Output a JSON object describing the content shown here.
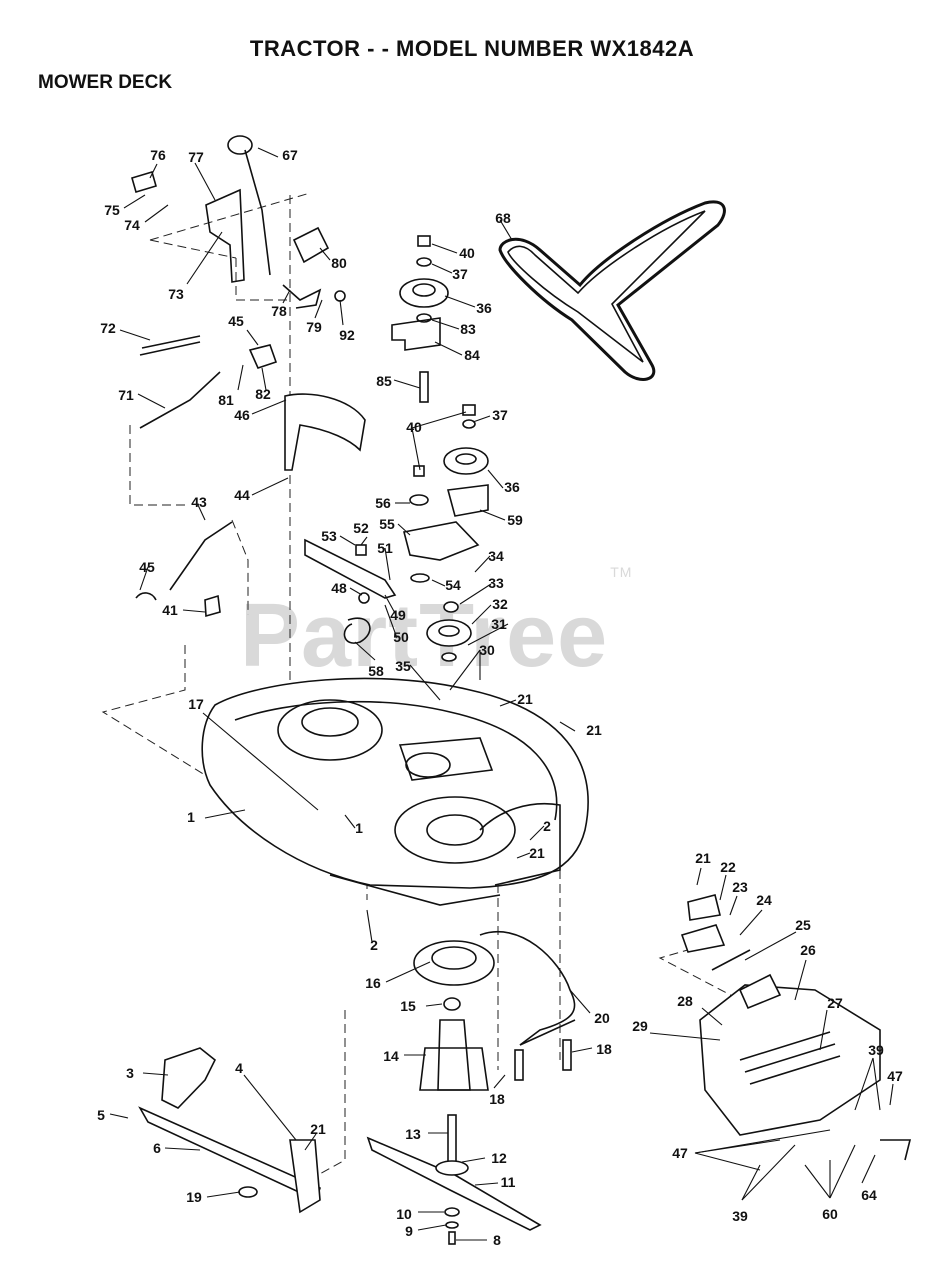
{
  "header": {
    "title": "TRACTOR - - MODEL NUMBER WX1842A",
    "section": "MOWER DECK"
  },
  "watermark": {
    "text": "PartTree",
    "trademark": "TM"
  },
  "callouts": [
    {
      "id": "76"
    },
    {
      "id": "77"
    },
    {
      "id": "67"
    },
    {
      "id": "75"
    },
    {
      "id": "74"
    },
    {
      "id": "73"
    },
    {
      "id": "78"
    },
    {
      "id": "79"
    },
    {
      "id": "92"
    },
    {
      "id": "80"
    },
    {
      "id": "72"
    },
    {
      "id": "45"
    },
    {
      "id": "81"
    },
    {
      "id": "82"
    },
    {
      "id": "71"
    },
    {
      "id": "46"
    },
    {
      "id": "44"
    },
    {
      "id": "68"
    },
    {
      "id": "40"
    },
    {
      "id": "37"
    },
    {
      "id": "36"
    },
    {
      "id": "83"
    },
    {
      "id": "84"
    },
    {
      "id": "85"
    },
    {
      "id": "37"
    },
    {
      "id": "40"
    },
    {
      "id": "36"
    },
    {
      "id": "56"
    },
    {
      "id": "59"
    },
    {
      "id": "55"
    },
    {
      "id": "53"
    },
    {
      "id": "52"
    },
    {
      "id": "51"
    },
    {
      "id": "34"
    },
    {
      "id": "43"
    },
    {
      "id": "48"
    },
    {
      "id": "54"
    },
    {
      "id": "33"
    },
    {
      "id": "45"
    },
    {
      "id": "49"
    },
    {
      "id": "32"
    },
    {
      "id": "41"
    },
    {
      "id": "50"
    },
    {
      "id": "31"
    },
    {
      "id": "30"
    },
    {
      "id": "58"
    },
    {
      "id": "35"
    },
    {
      "id": "21"
    },
    {
      "id": "17"
    },
    {
      "id": "21"
    },
    {
      "id": "1"
    },
    {
      "id": "1"
    },
    {
      "id": "2"
    },
    {
      "id": "21"
    },
    {
      "id": "21"
    },
    {
      "id": "22"
    },
    {
      "id": "23"
    },
    {
      "id": "24"
    },
    {
      "id": "25"
    },
    {
      "id": "2"
    },
    {
      "id": "26"
    },
    {
      "id": "16"
    },
    {
      "id": "27"
    },
    {
      "id": "28"
    },
    {
      "id": "15"
    },
    {
      "id": "20"
    },
    {
      "id": "29"
    },
    {
      "id": "18"
    },
    {
      "id": "14"
    },
    {
      "id": "39"
    },
    {
      "id": "47"
    },
    {
      "id": "3"
    },
    {
      "id": "4"
    },
    {
      "id": "18"
    },
    {
      "id": "5"
    },
    {
      "id": "21"
    },
    {
      "id": "13"
    },
    {
      "id": "6"
    },
    {
      "id": "47"
    },
    {
      "id": "12"
    },
    {
      "id": "11"
    },
    {
      "id": "19"
    },
    {
      "id": "64"
    },
    {
      "id": "10"
    },
    {
      "id": "39"
    },
    {
      "id": "60"
    },
    {
      "id": "9"
    },
    {
      "id": "8"
    }
  ]
}
